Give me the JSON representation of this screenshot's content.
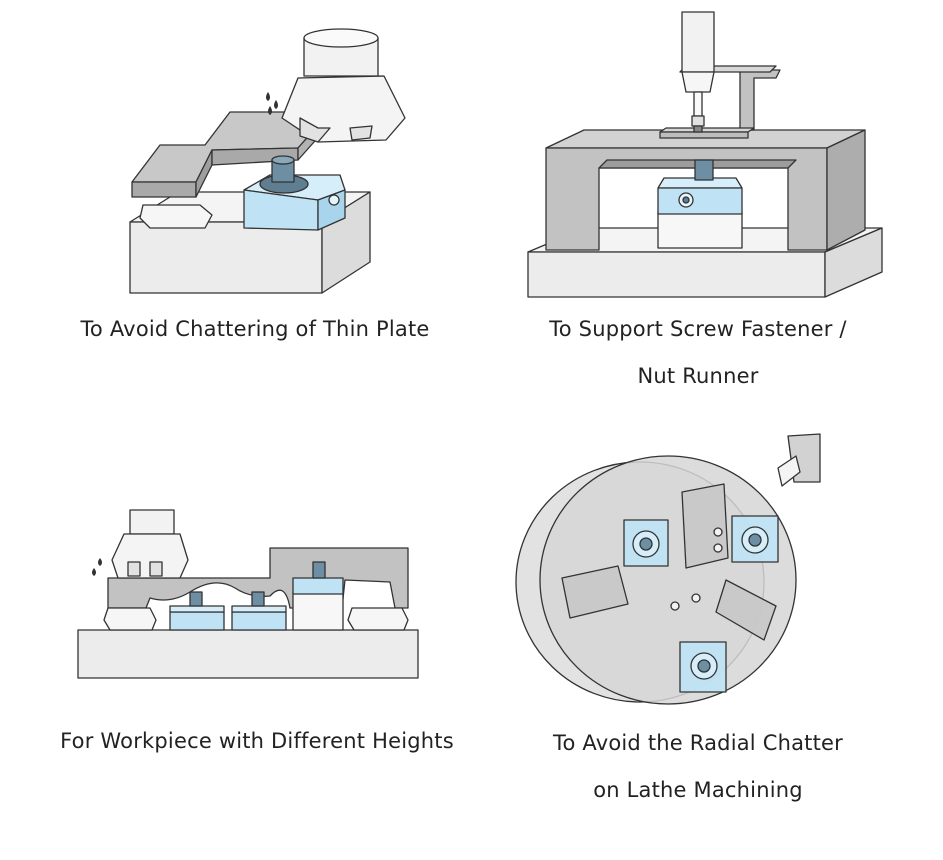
{
  "panels": [
    {
      "caption": [
        "To Avoid Chattering of Thin Plate"
      ]
    },
    {
      "caption": [
        "To Support Screw Fastener /",
        "Nut Runner"
      ]
    },
    {
      "caption": [
        "For Workpiece with Different Heights"
      ]
    },
    {
      "caption": [
        "To Avoid the Radial Chatter",
        "on Lathe Machining"
      ]
    }
  ],
  "colors": {
    "outline": "#333333",
    "base": "#ececec",
    "plate": "#bdbdbd",
    "support_blue": "#bfe3f5",
    "support_white": "#ffffff"
  }
}
